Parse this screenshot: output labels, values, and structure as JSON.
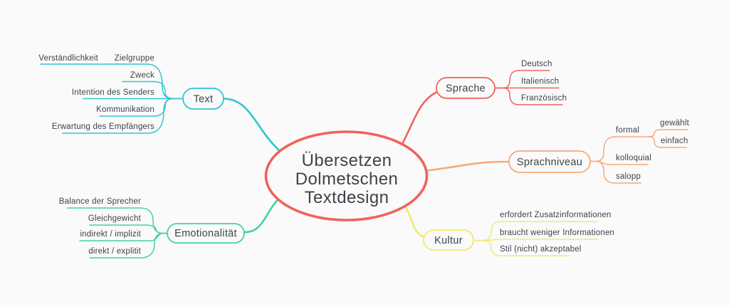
{
  "colors": {
    "background": "#fafafa",
    "text": "#3d4348",
    "cyan": "#2ec5d3",
    "red": "#f2625b",
    "orange": "#f8a978",
    "green": "#44d29c",
    "yellow": "#f3e96c"
  },
  "central": {
    "lines": [
      "Übersetzen",
      "Dolmetschen",
      "Textdesign"
    ],
    "color": "#f2625b"
  },
  "branches": [
    {
      "label": "Text",
      "color": "#2ec5d3",
      "children": [
        {
          "label": "Zielgruppe",
          "children": [
            {
              "label": "Verständlichkeit"
            }
          ]
        },
        {
          "label": "Zweck"
        },
        {
          "label": "Intention des Senders"
        },
        {
          "label": "Kommunikation"
        },
        {
          "label": "Erwartung des Empfängers"
        }
      ]
    },
    {
      "label": "Sprache",
      "color": "#f2625b",
      "children": [
        {
          "label": "Deutsch"
        },
        {
          "label": "Italienisch"
        },
        {
          "label": "Französisch"
        }
      ]
    },
    {
      "label": "Sprachniveau",
      "color": "#f8a978",
      "children": [
        {
          "label": "formal",
          "children": [
            {
              "label": "gewählt"
            },
            {
              "label": "einfach"
            }
          ]
        },
        {
          "label": "kolloquial"
        },
        {
          "label": "salopp"
        }
      ]
    },
    {
      "label": "Emotionalität",
      "color": "#44d29c",
      "children": [
        {
          "label": "Balance der Sprecher"
        },
        {
          "label": "Gleichgewicht"
        },
        {
          "label": "indirekt / implizit"
        },
        {
          "label": "direkt / explitit"
        }
      ]
    },
    {
      "label": "Kultur",
      "color": "#f3e96c",
      "children": [
        {
          "label": "erfordert Zusatzinformationen"
        },
        {
          "label": "braucht weniger Informationen"
        },
        {
          "label": "Stil (nicht) akzeptabel"
        }
      ]
    }
  ]
}
